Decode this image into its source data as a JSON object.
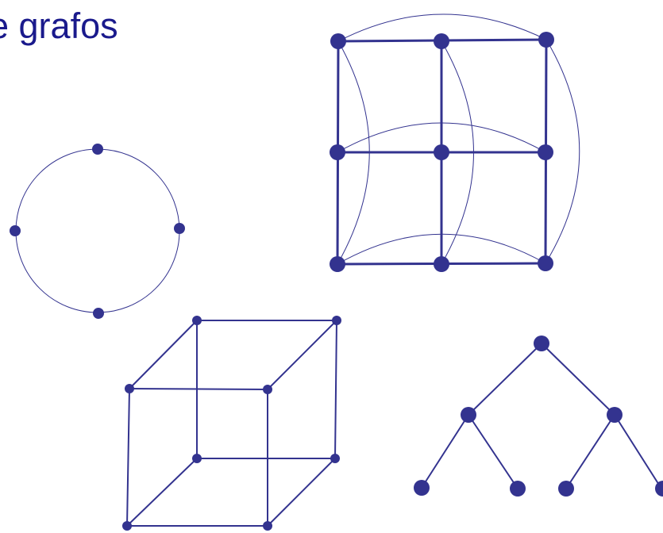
{
  "slide": {
    "title": "e grafos"
  },
  "colors": {
    "title": "#1a1a8c",
    "node": "#33338f",
    "edge": "#33338f",
    "background": "#ffffff"
  },
  "graphs": {
    "cycle": {
      "type": "cycle",
      "nodes": 4
    },
    "torus_grid": {
      "type": "3x3 grid with wraparound edges",
      "rows": 3,
      "cols": 3
    },
    "cube": {
      "type": "cube",
      "nodes": 8,
      "edges": 12
    },
    "binary_tree": {
      "type": "binary tree",
      "nodes": 7,
      "levels": 3
    }
  }
}
